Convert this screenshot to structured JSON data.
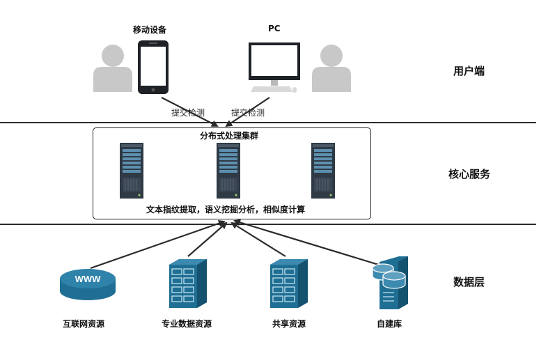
{
  "layers": {
    "user": "用户端",
    "core": "核心服务",
    "data": "数据层"
  },
  "user_side": {
    "mobile_label": "移动设备",
    "pc_label": "PC",
    "submit_left": "提交检测",
    "submit_right": "提交检测"
  },
  "core": {
    "cluster_title": "分布式处理集群",
    "cluster_desc": "文本指纹提取，语义挖掘分析，相似度计算"
  },
  "data_sources": [
    {
      "label": "互联网资源",
      "icon": "www-database-icon",
      "badge": "WWW"
    },
    {
      "label": "专业数据资源",
      "icon": "server-rack-icon"
    },
    {
      "label": "共享资源",
      "icon": "server-rack-icon"
    },
    {
      "label": "自建库",
      "icon": "database-server-icon"
    }
  ],
  "colors": {
    "accent": "#1f6e93",
    "accent_light": "#5fa0c0",
    "person": "#c8c8c8",
    "server_dark": "#2f3a45",
    "line": "#2b2b2b"
  }
}
